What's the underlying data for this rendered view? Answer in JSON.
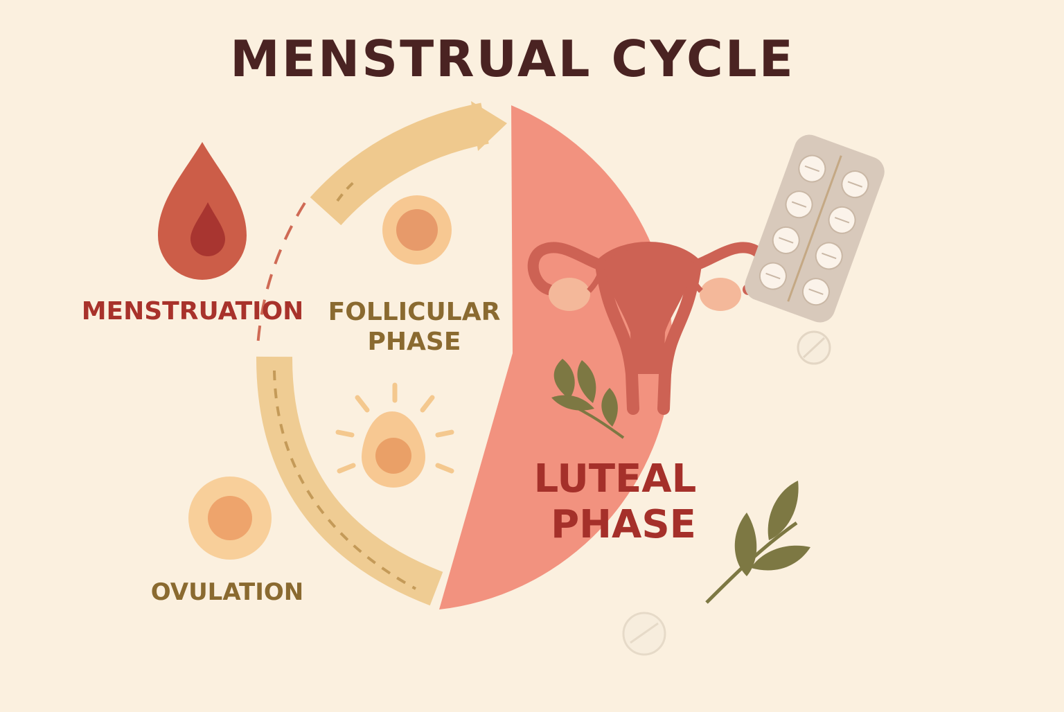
{
  "title": "MENSTRUAL CYCLE",
  "labels": {
    "menstruation": "MENSTRUATION",
    "follicular_line1": "FOLLICULAR",
    "follicular_line2": "PHASE",
    "ovulation": "OVULATION",
    "luteal_line1": "LUTEAL",
    "luteal_line2": "PHASE"
  },
  "icons": [
    "blood-drop-icon",
    "follicle-icon",
    "egg-icon",
    "uterus-icon",
    "pill-blister-icon",
    "pill-icon",
    "leaf-sprig-icon"
  ],
  "colors": {
    "background": "#fbf0df",
    "title": "#4a2322",
    "menstruation": "#a8322b",
    "follicular": "#8a6a30",
    "ovulation": "#8a6a30",
    "luteal_fill": "#f2927f",
    "luteal_text": "#a5302a",
    "arrow": "#efc98e",
    "leaf": "#7d7843"
  }
}
